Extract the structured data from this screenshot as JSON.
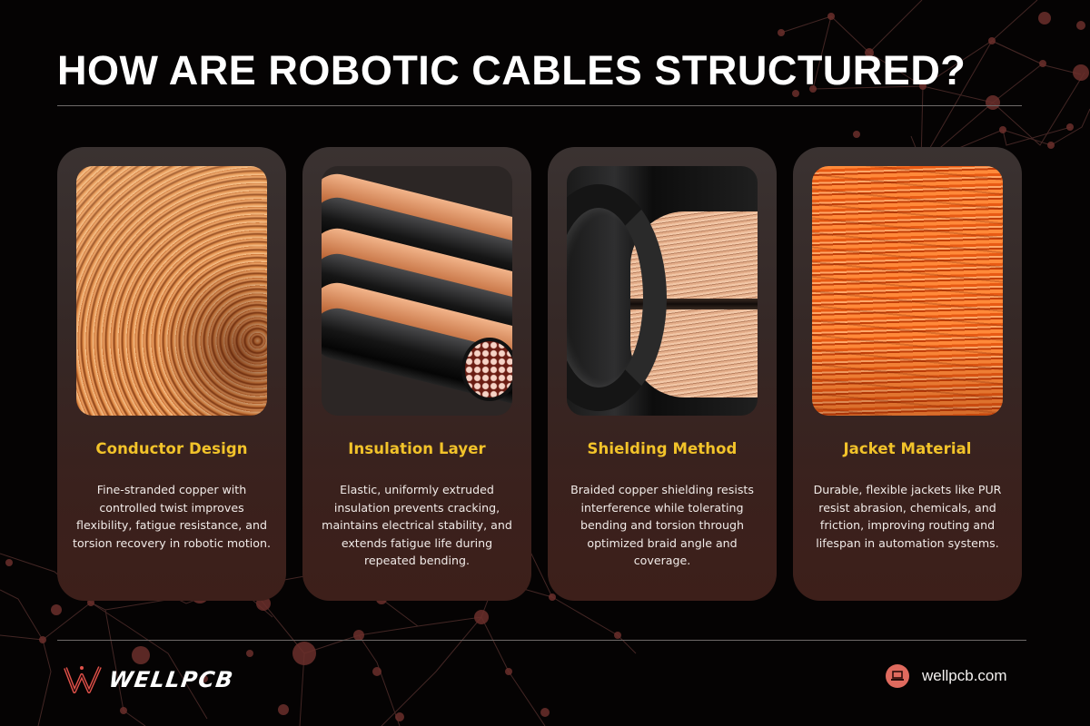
{
  "title": "HOW ARE ROBOTIC CABLES STRUCTURED?",
  "colors": {
    "background": "#050303",
    "card_title": "#f2c32a",
    "accent": "#df6a5e",
    "network_node": "#6b2f2b",
    "divider": "#6e6a69"
  },
  "cards": [
    {
      "title": "Conductor Design",
      "image": "copper-coil",
      "body": "Fine-stranded copper with controlled twist improves flexibility, fatigue resistance, and torsion recovery in robotic motion."
    },
    {
      "title": "Insulation Layer",
      "image": "insulated-cables",
      "body": "Elastic, uniformly extruded insulation prevents cracking, maintains electrical stability, and extends fatigue life during repeated bending."
    },
    {
      "title": "Shielding Method",
      "image": "shielded-cable",
      "body": "Braided copper shielding resists interference while tolerating bending and torsion through optimized braid angle and coverage."
    },
    {
      "title": "Jacket Material",
      "image": "orange-jacket-cable",
      "body": "Durable, flexible jackets like PUR resist abrasion, chemicals, and friction, improving routing and lifespan in automation systems."
    }
  ],
  "footer": {
    "logo_text": "WELLPCB",
    "logo_icon": "w-logo-icon",
    "website": "wellpcb.com",
    "website_icon": "laptop-icon"
  }
}
